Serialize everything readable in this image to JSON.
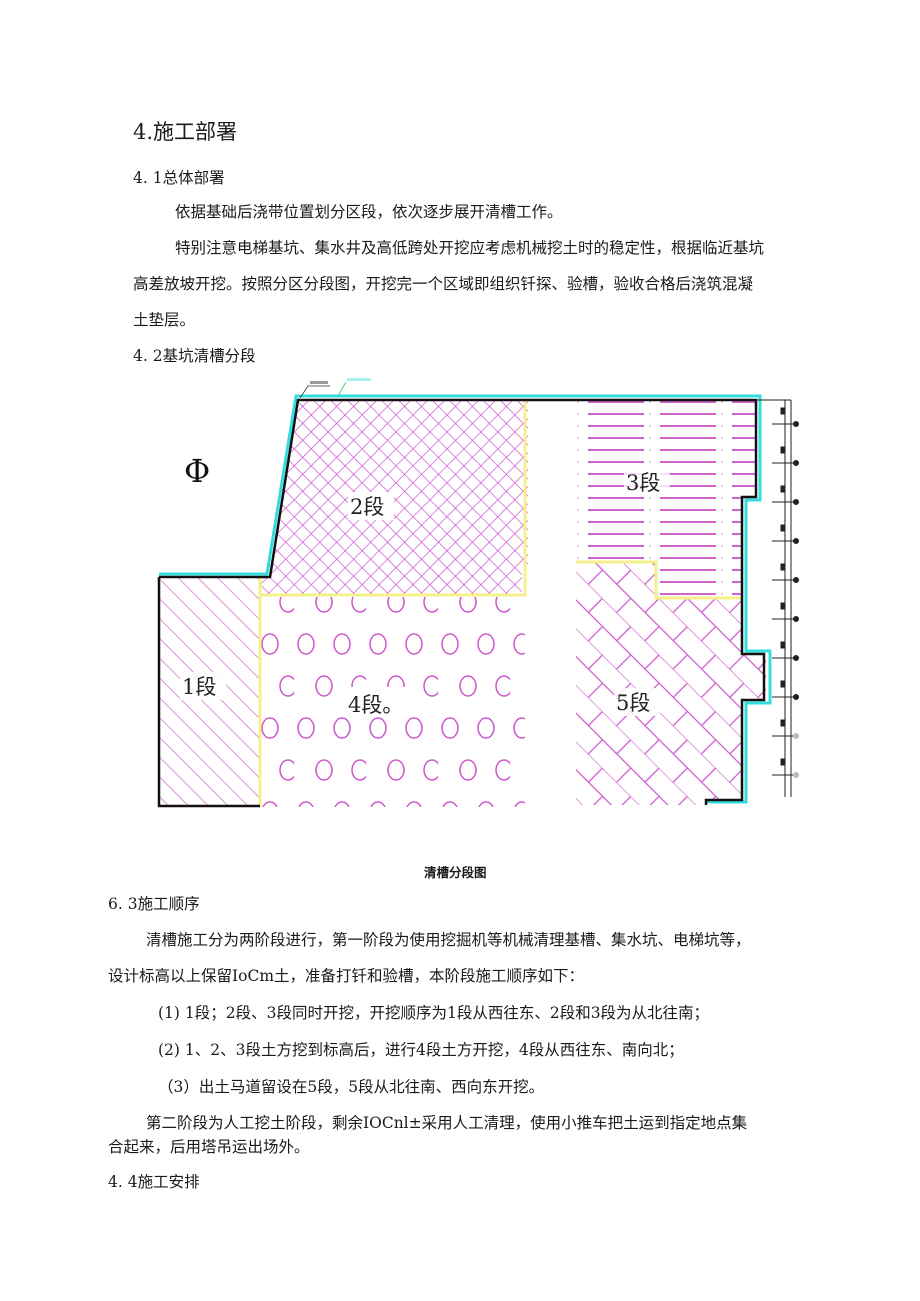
{
  "section_title": "4.施工部署",
  "s41": {
    "heading": "4.  1总体部署",
    "para1": "依据基础后浇带位置划分区段，依次逐步展开清槽工作。",
    "para2_line1": "特别注意电梯基坑、集水井及高低跨处开挖应考虑机械挖土时的稳定性，根据临近基坑",
    "para2_line2": "高差放坡开挖。按照分区分段图，开挖完一个区域即组织钎探、验槽，验收合格后浇筑混凝",
    "para2_line3": "土垫层。"
  },
  "s42": {
    "heading": "4.  2基坑清槽分段"
  },
  "figure": {
    "caption": "清槽分段图",
    "north_symbol": "Φ",
    "segments": [
      {
        "label": "1段",
        "pattern": "diagonal-hatch"
      },
      {
        "label": "2段",
        "pattern": "cross-hatch"
      },
      {
        "label": "3段",
        "pattern": "horizontal-dashes"
      },
      {
        "label": "4段。",
        "pattern": "circles"
      },
      {
        "label": "5段",
        "pattern": "herringbone"
      }
    ],
    "colors": {
      "hatch": "#cc55cc",
      "outline": "#111111",
      "offset_line": "#33dddd",
      "boundary": "#f5f08a"
    }
  },
  "s43": {
    "heading": "6.  3施工顺序",
    "para1_line1": "清槽施工分为两阶段进行，第一阶段为使用挖掘机等机械清理基槽、集水坑、电梯坑等，",
    "para1_line2": "设计标高以上保留IoCm土，准备打钎和验槽，本阶段施工顺序如下：",
    "items": [
      "(1)  1段；2段、3段同时开挖，开挖顺序为1段从西往东、2段和3段为从北往南；",
      "(2) 1、2、3段土方挖到标高后，进行4段土方开挖，4段从西往东、南向北；",
      "（3）出土马道留设在5段，5段从北往南、西向东开挖。"
    ],
    "para2_line1": "第二阶段为人工挖土阶段，剩余IOCnl±采用人工清理，使用小推车把土运到指定地点集",
    "para2_line2": "合起来，后用塔吊运出场外。"
  },
  "s44": {
    "heading": "4.  4施工安排"
  }
}
